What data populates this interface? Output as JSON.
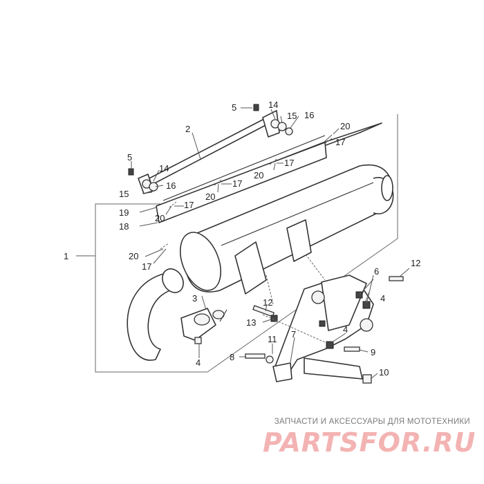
{
  "diagram": {
    "type": "exploded-parts-view",
    "callouts": [
      "1",
      "2",
      "3",
      "4",
      "5",
      "6",
      "7",
      "8",
      "9",
      "10",
      "11",
      "12",
      "13",
      "14",
      "15",
      "16",
      "17",
      "18",
      "19",
      "20"
    ]
  },
  "watermark": {
    "caption": "ЗАПЧАСТИ И АКСЕССУАРЫ ДЛЯ МОТОТЕХНИКИ",
    "logo_text": "PARTSFOR.RU",
    "logo_color": "#f3b3b3"
  }
}
